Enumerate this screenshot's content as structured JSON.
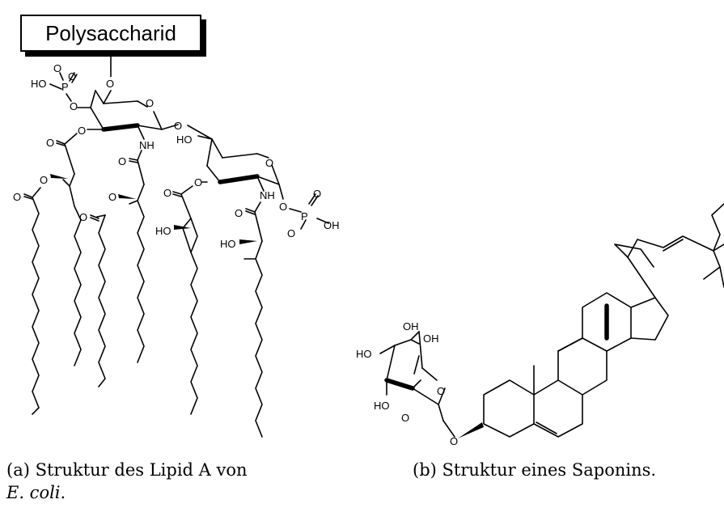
{
  "figure_a": {
    "box_label": "Polysaccharid",
    "caption_tag": "(a)",
    "caption_text": "Struktur des Lipid A von",
    "caption_species": "E. coli",
    "caption_end": "."
  },
  "figure_b": {
    "caption_tag": "(b)",
    "caption_text": "Struktur eines Saponins."
  },
  "atoms": {
    "O": "O",
    "P": "P",
    "HO": "HO",
    "OH": "OH",
    "NH": "NH"
  },
  "colors": {
    "ink": "#000000",
    "paper": "#ffffff"
  }
}
